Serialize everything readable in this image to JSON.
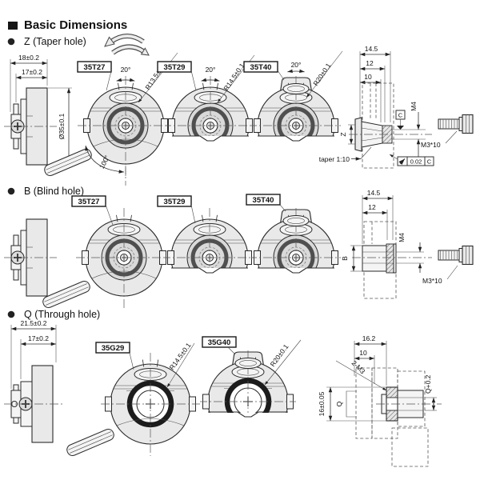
{
  "title": "Basic Dimensions",
  "colors": {
    "line": "#2a2a2a",
    "body_fill": "#e9e9e9",
    "background": "#ffffff"
  },
  "sections": {
    "z": {
      "label": "Z (Taper hole)",
      "side_view": {
        "depth_overall": "18±0.2",
        "depth_body": "17±0.2",
        "diameter": "Ø35±0.1"
      },
      "models": [
        {
          "tag": "35T27",
          "clamp_angle": "20°",
          "boss_radius": "R13.5±0.1",
          "cable_sweep": "100°"
        },
        {
          "tag": "35T29",
          "clamp_angle": "20°",
          "boss_radius": "R14.5±0.1"
        },
        {
          "tag": "35T40",
          "clamp_angle": "20°",
          "boss_radius": "R20±0.1"
        }
      ],
      "section_view": {
        "depth_overall": "14.5",
        "depth_mid": "12",
        "depth_inner": "10",
        "bore_label": "Z",
        "thread": "M4",
        "datum": "C",
        "runout_tolerance": "0.02",
        "runout_datum": "C",
        "taper_note": "taper 1:10"
      },
      "screw_label": "M3*10"
    },
    "b": {
      "label": "B (Blind hole)",
      "models": [
        {
          "tag": "35T27"
        },
        {
          "tag": "35T29"
        },
        {
          "tag": "35T40"
        }
      ],
      "section_view": {
        "depth_overall": "14.5",
        "depth_mid": "12",
        "bore_label": "B",
        "thread": "M4"
      },
      "screw_label": "M3*10"
    },
    "q": {
      "label": "Q (Through hole)",
      "side_view": {
        "depth_overall": "21.5±0.2",
        "depth_body": "17±0.2"
      },
      "models": [
        {
          "tag": "35G29",
          "boss_radius": "R14.5±0.1"
        },
        {
          "tag": "35G40",
          "boss_radius": "R20±0.1"
        }
      ],
      "section_view": {
        "depth_overall": "16.2",
        "depth_inner": "10",
        "thread": "2-M3",
        "flange_height": "16±0.05",
        "bore_label": "Q",
        "bore_fit": "Q+0.2"
      }
    }
  }
}
